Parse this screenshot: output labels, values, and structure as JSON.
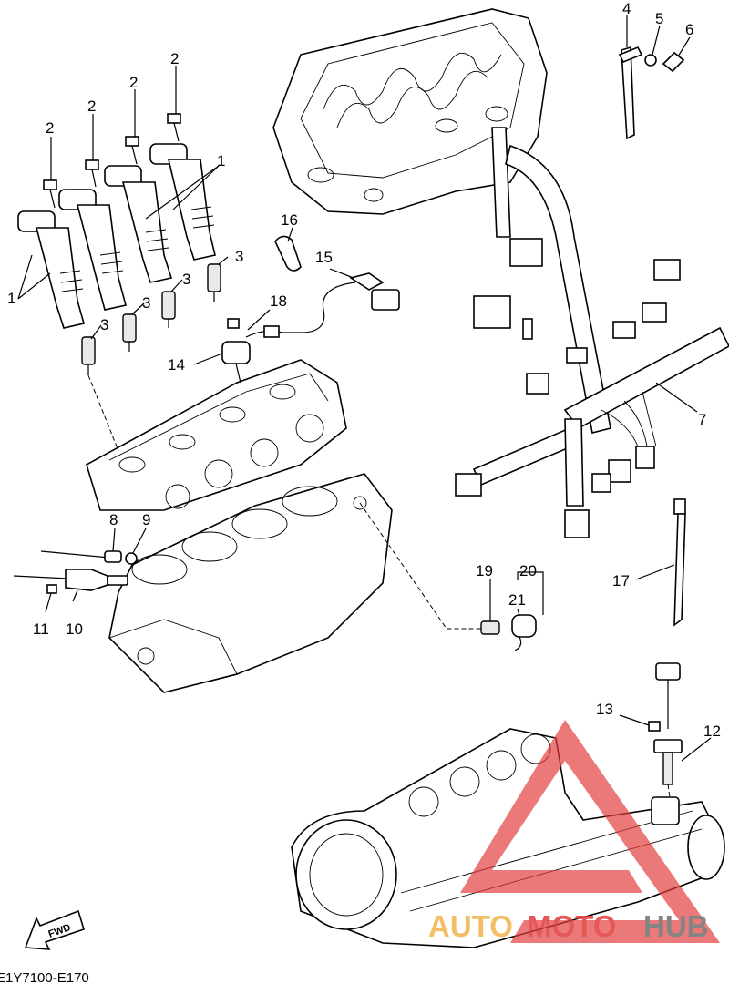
{
  "diagram": {
    "code": "E1Y7100-E170",
    "fwd_label": "FWD",
    "callouts": [
      "1",
      "1",
      "2",
      "2",
      "2",
      "2",
      "3",
      "3",
      "3",
      "3",
      "4",
      "5",
      "6",
      "7",
      "8",
      "9",
      "10",
      "11",
      "12",
      "13",
      "14",
      "15",
      "16",
      "17",
      "18",
      "19",
      "20",
      "21"
    ]
  },
  "watermark": {
    "brand_part1": "AUTO",
    "brand_part2": "MOTO",
    "brand_part3": "HUB",
    "colors": {
      "triangle": "#e23b3b",
      "auto": "#f2b44a",
      "hub": "#6f6f6f"
    }
  }
}
